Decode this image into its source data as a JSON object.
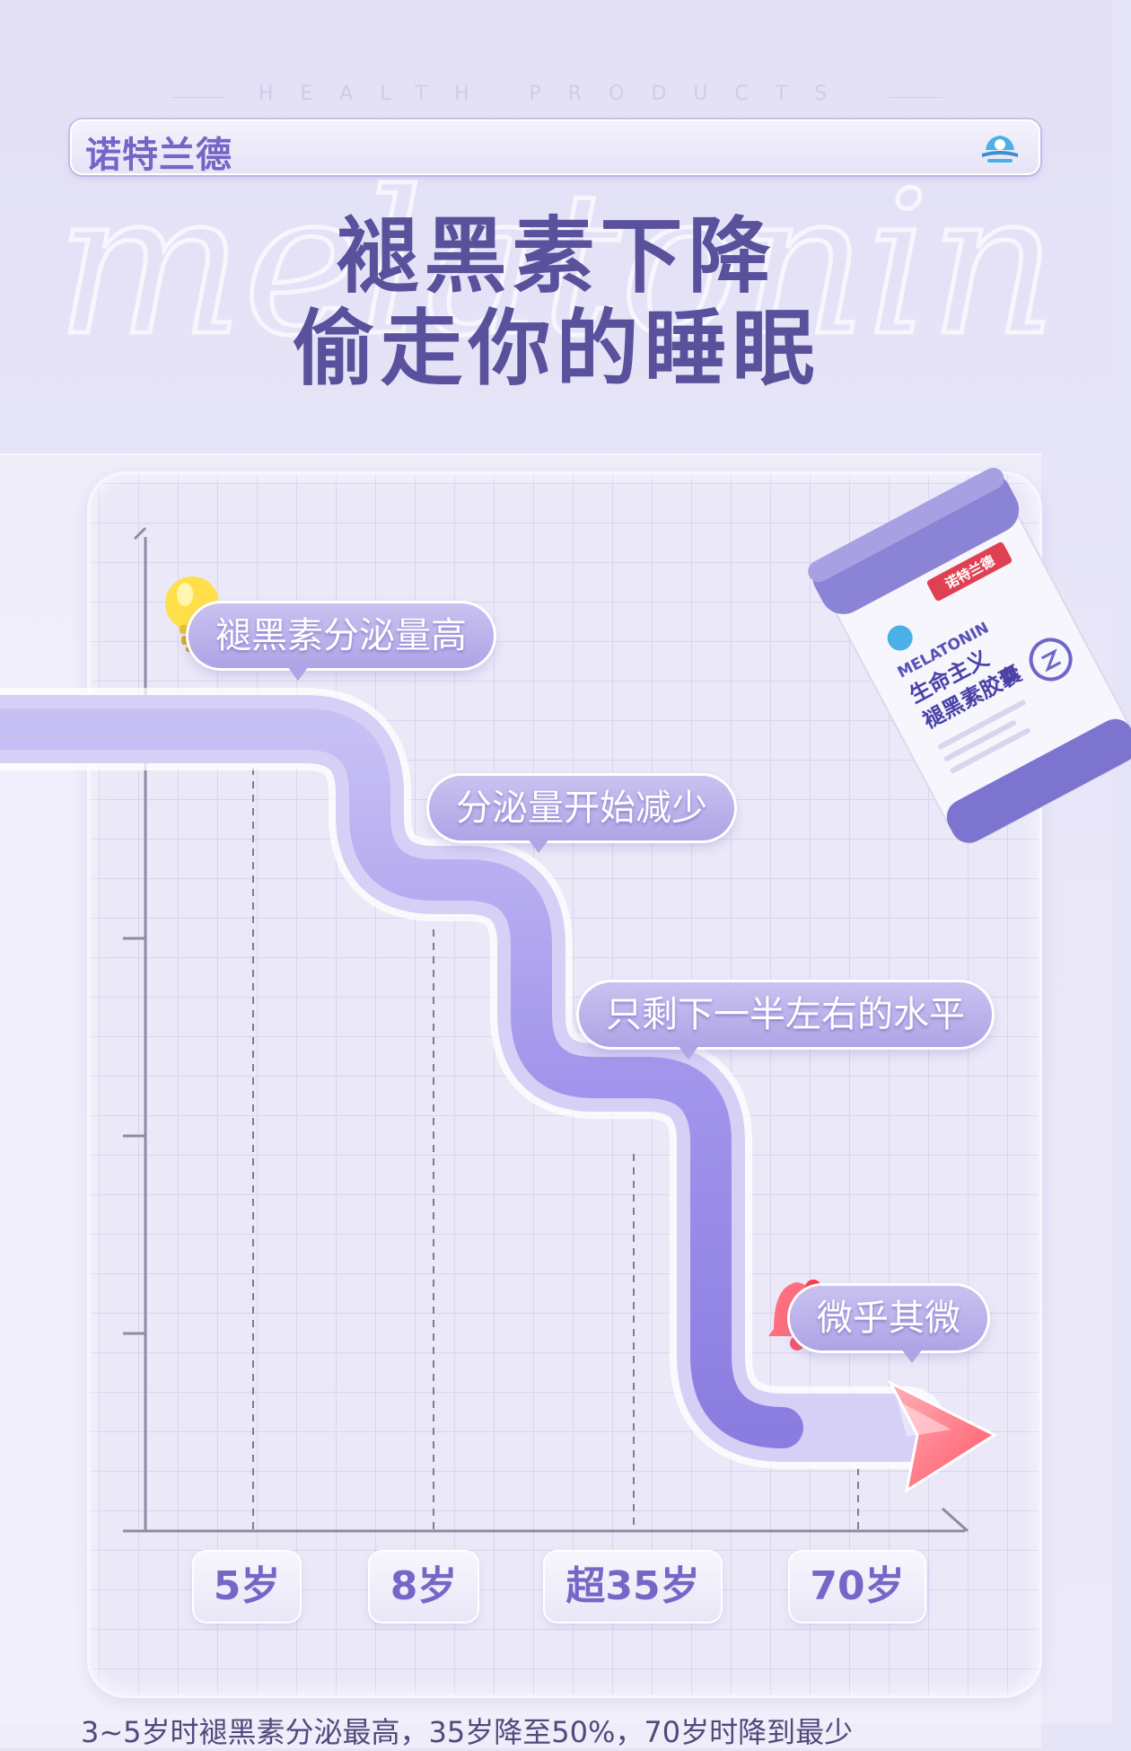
{
  "header": {
    "tagline": "HEALTH PRODUCTS",
    "brand_name": "诺特兰德",
    "logo_icon": "brand-logo-icon"
  },
  "hero": {
    "background_script": "melatonin",
    "headline_line1": "褪黑素下降",
    "headline_line2": "偷走你的睡眠"
  },
  "chart": {
    "annotations": [
      {
        "label": "褪黑素分泌量高",
        "icon": "lightbulb-icon"
      },
      {
        "label": "分泌量开始减少"
      },
      {
        "label": "只剩下一半左右的水平"
      },
      {
        "label": "微乎其微",
        "icon": "bell-icon"
      }
    ],
    "age_labels": [
      "5岁",
      "8岁",
      "超35岁",
      "70岁"
    ]
  },
  "product": {
    "brand_tag": "诺特兰德",
    "english_name": "MELATONIN",
    "name_line1": "生命主义",
    "name_line2": "褪黑素胶囊"
  },
  "footer": {
    "partial_text": "3~5岁时褪黑素分泌最高，35岁降至50%，70岁时降到最少"
  },
  "colors": {
    "accent": "#7565c6",
    "headline": "#5a519c",
    "curve": "#a59aee",
    "arrow": "#ff6f7d"
  },
  "chart_data": {
    "type": "line",
    "title": "",
    "xlabel": "",
    "ylabel": "",
    "categories": [
      "5岁",
      "8岁",
      "超35岁",
      "70岁"
    ],
    "series": [
      {
        "values": [
          4,
          3,
          2,
          1
        ]
      }
    ]
  }
}
